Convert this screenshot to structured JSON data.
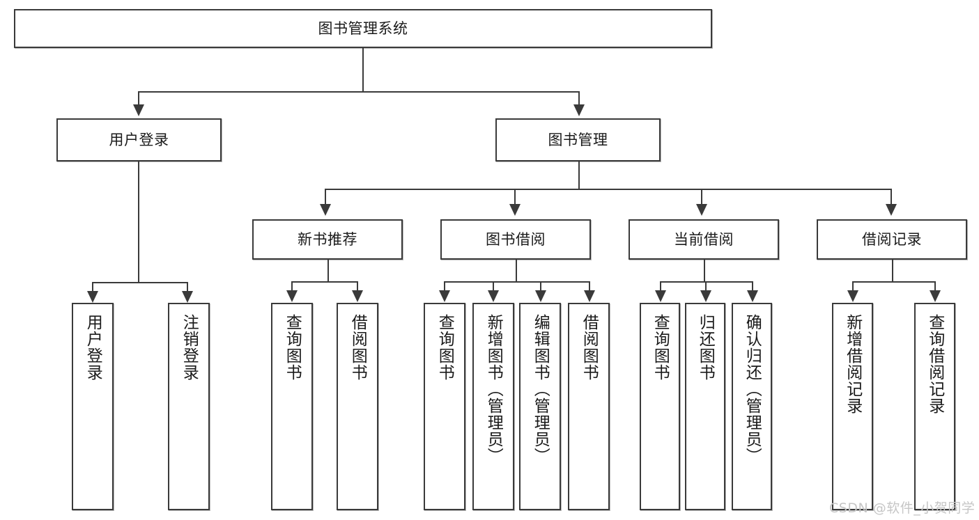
{
  "diagram": {
    "type": "tree",
    "title": "图书管理系统",
    "root": {
      "label": "图书管理系统"
    },
    "level2": [
      {
        "label": "用户登录"
      },
      {
        "label": "图书管理"
      }
    ],
    "level3": [
      {
        "label": "新书推荐"
      },
      {
        "label": "图书借阅"
      },
      {
        "label": "当前借阅"
      },
      {
        "label": "借阅记录"
      }
    ],
    "leaves": {
      "user_login": [
        {
          "label": "用户登录"
        },
        {
          "label": "注销登录"
        }
      ],
      "new_book_recommend": [
        {
          "label": "查询图书"
        },
        {
          "label": "借阅图书"
        }
      ],
      "book_borrow": [
        {
          "label": "查询图书"
        },
        {
          "label": "新增图书（管理员）"
        },
        {
          "label": "编辑图书（管理员）"
        },
        {
          "label": "借阅图书"
        }
      ],
      "current_borrow": [
        {
          "label": "查询图书"
        },
        {
          "label": "归还图书"
        },
        {
          "label": "确认归还（管理员）"
        }
      ],
      "borrow_records": [
        {
          "label": "新增借阅记录"
        },
        {
          "label": "查询借阅记录"
        }
      ]
    }
  },
  "watermark": {
    "text": "CSDN @软件_小贺同学"
  },
  "colors": {
    "stroke": "#3a3a3a",
    "fill": "#ffffff",
    "text": "#1a1a1a",
    "watermark": "#c6c6c6"
  }
}
